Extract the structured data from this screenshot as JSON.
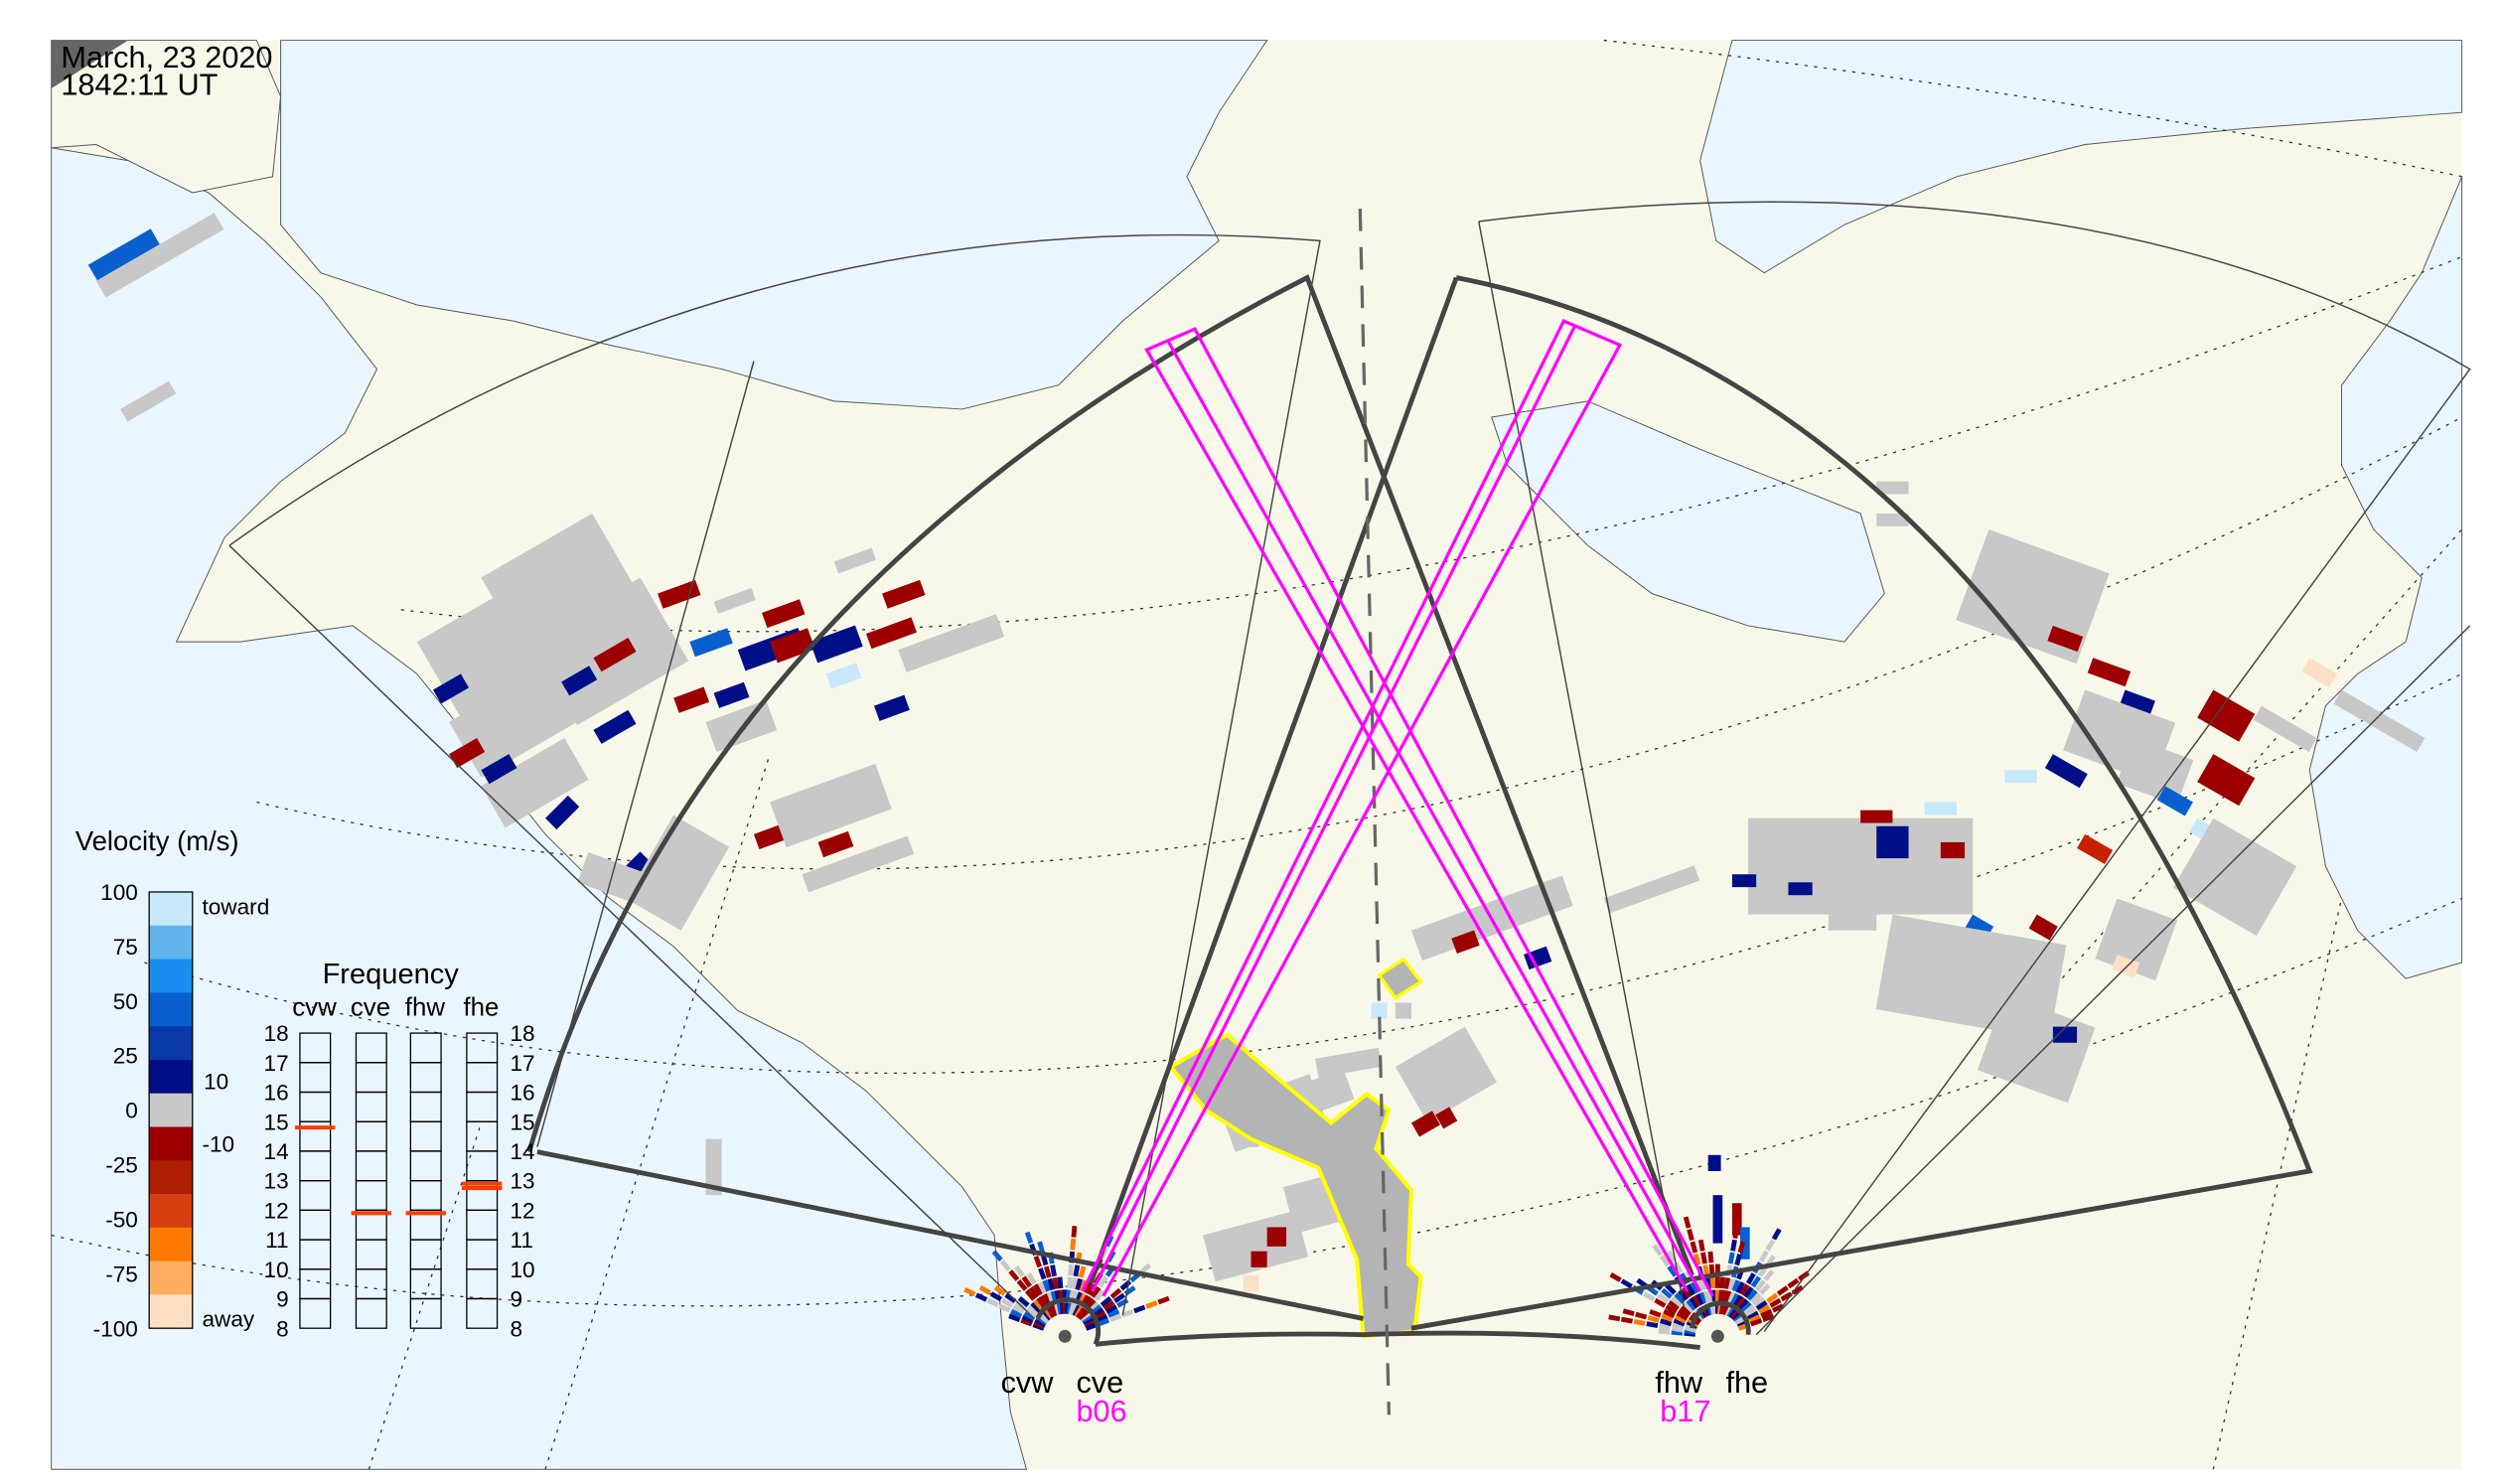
{
  "header": {
    "date": "March, 23 2020",
    "time": "1842:11 UT"
  },
  "legend": {
    "title": "Velocity (m/s)",
    "ticks": [
      "100",
      "75",
      "50",
      "25",
      "0",
      "-25",
      "-50",
      "-75",
      "-100"
    ],
    "toward_label": "toward",
    "away_label": "away",
    "low_marker": "10",
    "neg_marker": "-10",
    "colors": [
      "#c8e8fb",
      "#61b4ee",
      "#1a8ef0",
      "#0a5fcf",
      "#0a3aa8",
      "#000f88",
      "#c8c8c8",
      "#9c0000",
      "#b01e00",
      "#d64010",
      "#ff7a00",
      "#ffae60",
      "#fde0c4"
    ]
  },
  "frequency": {
    "title": "Frequency",
    "radars": [
      "cvw",
      "cve",
      "fhw",
      "fhe"
    ],
    "scale": [
      "18",
      "17",
      "16",
      "15",
      "14",
      "13",
      "12",
      "11",
      "10",
      "9",
      "8"
    ],
    "range_mhz": [
      8,
      18
    ],
    "values_mhz": [
      [
        14.8
      ],
      [
        11.9
      ],
      [
        11.9
      ],
      [
        12.75,
        12.9
      ]
    ],
    "marker_color": "#ff3c00"
  },
  "radar_sites": [
    {
      "west": "cvw",
      "east": "cve",
      "beam": "b06"
    },
    {
      "west": "fhw",
      "east": "fhe",
      "beam": "b17"
    }
  ],
  "colors": {
    "ocean": "#eaf6fe",
    "land": "#f8f8ea",
    "fov": "#444444",
    "beam": "#ff00ff",
    "highlight": "#ffff00"
  }
}
